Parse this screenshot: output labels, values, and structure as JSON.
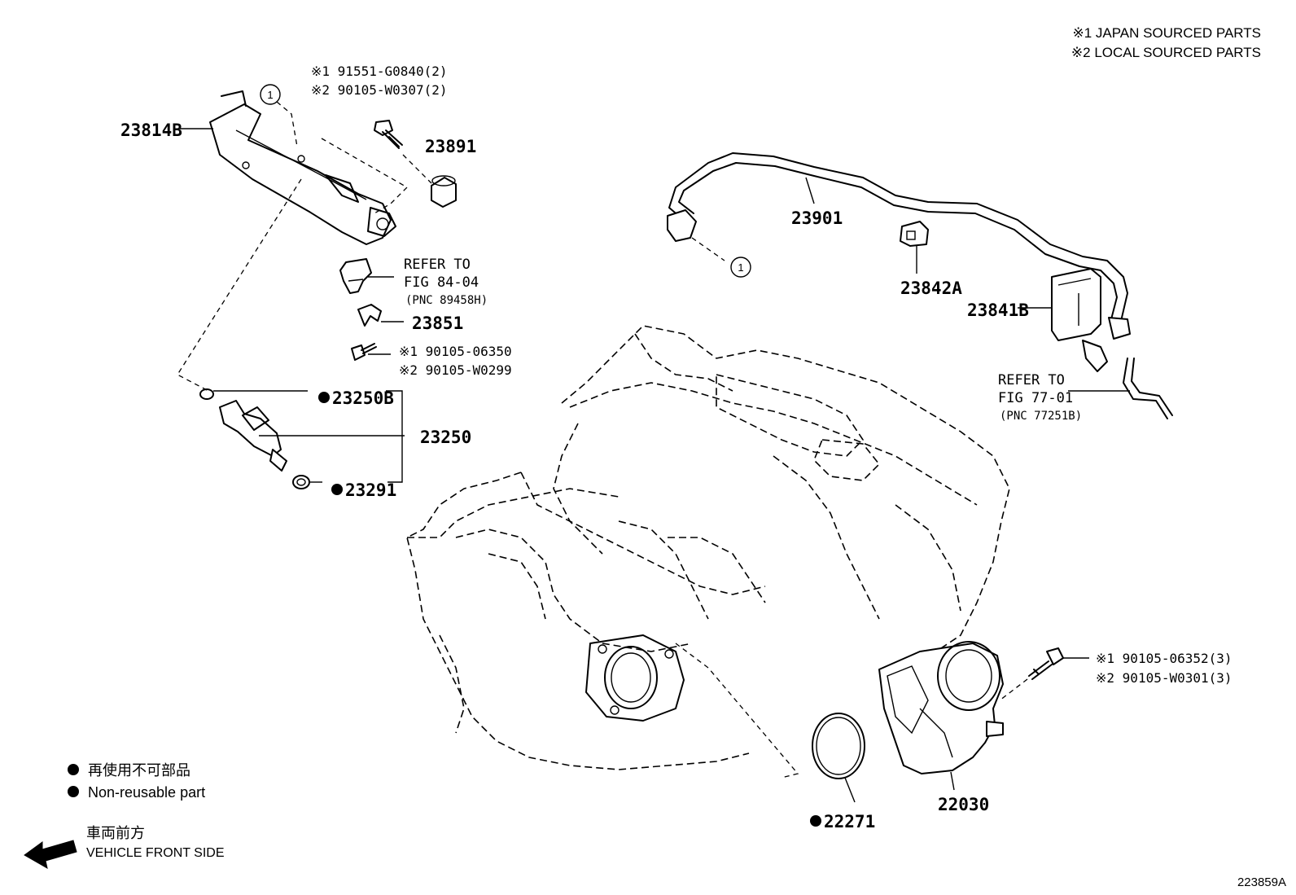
{
  "notes": {
    "japan": "※1 JAPAN SOURCED PARTS",
    "local": "※2 LOCAL SOURCED PARTS"
  },
  "parts": {
    "p23814B": "23814B",
    "bolt_top_jp": "※1 91551-G0840(2)",
    "bolt_top_local": "※2 90105-W0307(2)",
    "p23891": "23891",
    "ref84_line1": "REFER TO",
    "ref84_line2": "FIG 84-04",
    "ref84_pnc": "(PNC 89458H)",
    "p23851": "23851",
    "bolt_mid_jp": "※1 90105-06350",
    "bolt_mid_local": "※2 90105-W0299",
    "p23250B": "23250B",
    "p23250": "23250",
    "p23291": "23291",
    "p23901": "23901",
    "p23842A": "23842A",
    "p23841B": "23841B",
    "ref77_line1": "REFER TO",
    "ref77_line2": "FIG 77-01",
    "ref77_pnc": "(PNC 77251B)",
    "bolt_tb_jp": "※1 90105-06352(3)",
    "bolt_tb_local": "※2 90105-W0301(3)",
    "p22030": "22030",
    "p22271": "22271",
    "circle_ref": "1"
  },
  "legend": {
    "jp": "再使用不可部品",
    "en": "Non-reusable part"
  },
  "direction": {
    "jp": "車両前方",
    "en": "VEHICLE FRONT SIDE"
  },
  "figure_id": "223859A"
}
